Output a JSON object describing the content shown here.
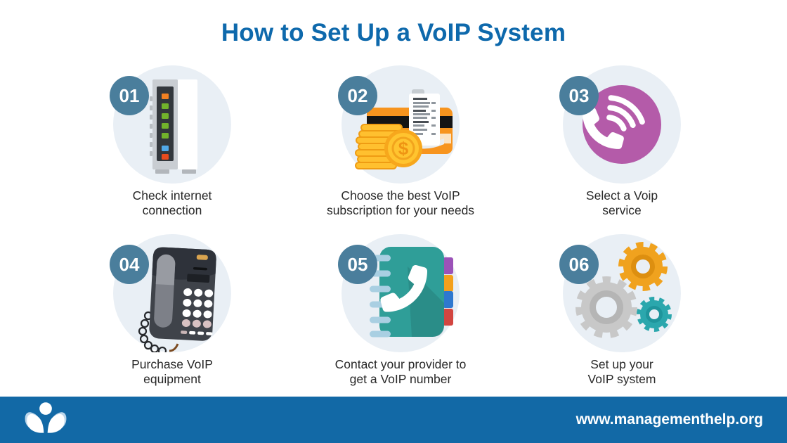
{
  "title": "How to Set Up a VoIP System",
  "colors": {
    "title_blue": "#0e69ac",
    "badge_blue": "#4a7e9c",
    "bubble_bg": "#e9eff5",
    "caption_text": "#282828",
    "footer_bg": "#1269a6",
    "card_orange": "#f7941e",
    "coin_gold": "#ffc02f",
    "service_purple": "#b45ba9",
    "book_teal": "#2f9e98",
    "gear_gray": "#c8c8c8",
    "gear_orange": "#f0a21e",
    "gear_teal": "#2ba7ad"
  },
  "steps": [
    {
      "number": "01",
      "icon": "modem-icon",
      "caption_line1": "Check internet",
      "caption_line2": "connection"
    },
    {
      "number": "02",
      "icon": "billing-icon",
      "caption_line1": "Choose the best VoIP",
      "caption_line2": "subscription for your needs"
    },
    {
      "number": "03",
      "icon": "voip-service-icon",
      "caption_line1": "Select a Voip",
      "caption_line2": "service"
    },
    {
      "number": "04",
      "icon": "desk-phone-icon",
      "caption_line1": "Purchase VoIP",
      "caption_line2": "equipment"
    },
    {
      "number": "05",
      "icon": "address-book-icon",
      "caption_line1": "Contact your provider to",
      "caption_line2": "get a VoIP number"
    },
    {
      "number": "06",
      "icon": "gears-icon",
      "caption_line1": "Set up your",
      "caption_line2": "VoIP system"
    }
  ],
  "footer": {
    "url": "www.managementhelp.org",
    "logo": "reader-book-logo"
  }
}
